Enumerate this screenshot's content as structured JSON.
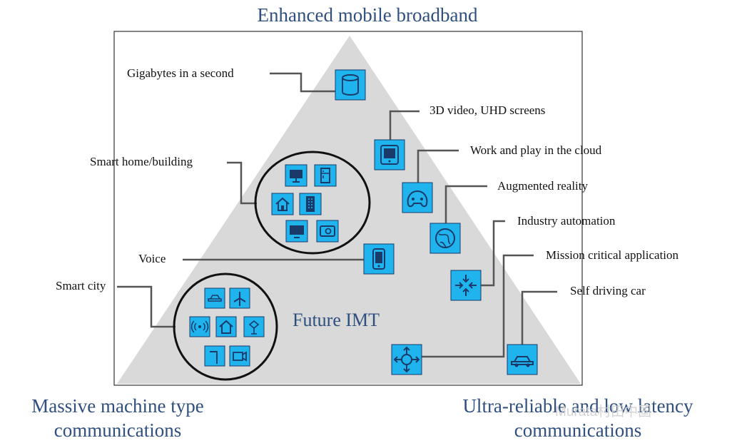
{
  "corners": {
    "top": "Enhanced mobile broadband",
    "left_line1": "Massive machine type",
    "left_line2": "communications",
    "right_line1": "Ultra-reliable and low latency",
    "right_line2": "communications"
  },
  "center_label": "Future IMT",
  "labels": {
    "gigabytes": "Gigabytes in a second",
    "video": "3D video, UHD screens",
    "cloud": "Work and play in the cloud",
    "ar": "Augmented reality",
    "industry": "Industry automation",
    "mission": "Mission critical application",
    "selfdriving": "Self driving car",
    "smarthome": "Smart home/building",
    "voice": "Voice",
    "smartcity": "Smart city"
  },
  "watermark": "Murata村田中国",
  "colors": {
    "icon_fill": "#1fb4ee",
    "icon_stroke": "#1a3a6a",
    "triangle_fill": "#d9d9d9",
    "title_color": "#2f4f7f"
  },
  "icons": [
    "database-icon",
    "tablet-icon",
    "gamepad-icon",
    "globe-icon",
    "arrows-in-icon",
    "move-arrows-icon",
    "car-icon",
    "phone-icon",
    "monitor-icon",
    "fridge-icon",
    "home-icon",
    "building-icon",
    "tv-icon",
    "oven-icon",
    "car-small-icon",
    "windmill-icon",
    "wireless-icon",
    "house-icon",
    "lamp-icon",
    "streetlight-icon",
    "camera-icon"
  ]
}
